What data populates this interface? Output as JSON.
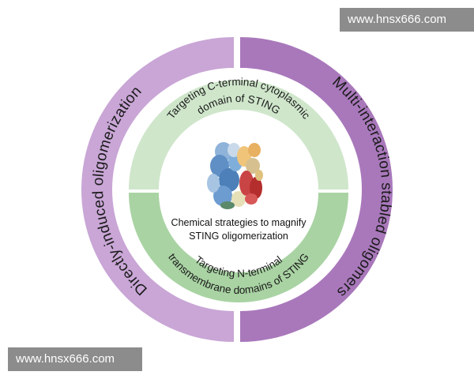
{
  "outer_ring": {
    "left_label": "Directly-induced oligomerization",
    "right_label": "Multi-interaction stabled oligomers",
    "left_color": "#c9a6d6",
    "right_color": "#a978bb"
  },
  "inner_ring": {
    "top_line1": "Targeting C-terminal cytoplasmic",
    "top_line2": "domain of STING",
    "bottom_line1": "Targeting N-terminal",
    "bottom_line2": "transmembrane domains of STING",
    "top_color": "#cfe6cb",
    "bottom_color": "#a9d3a3"
  },
  "center": {
    "line1": "Chemical strategies to magnify",
    "line2": "STING oligomerization",
    "protein_icon": "protein-structure-icon"
  },
  "watermarks": {
    "top": "www.hnsx666.com",
    "bottom": "www.hnsx666.com"
  }
}
